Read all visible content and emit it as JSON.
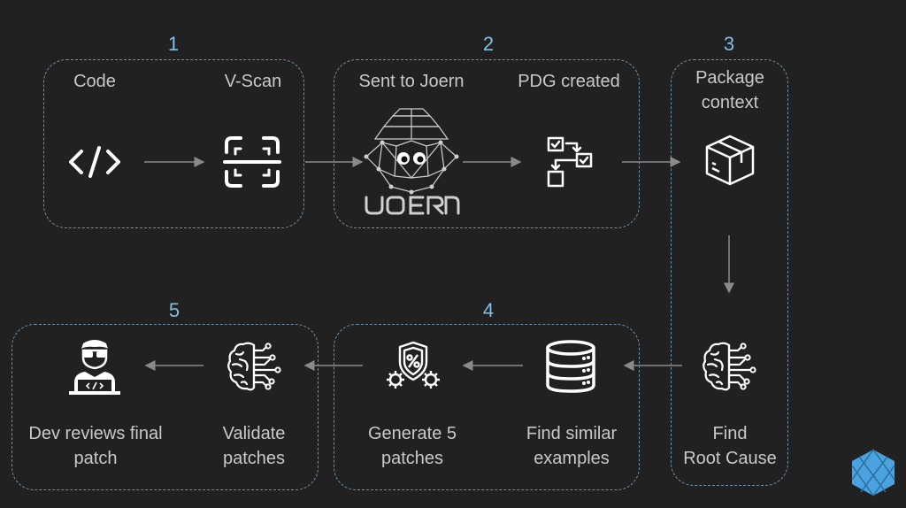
{
  "steps": {
    "s1": {
      "number": "1",
      "left_label": "Code",
      "right_label": "V-Scan"
    },
    "s2": {
      "number": "2",
      "left_label": "Sent to Joern",
      "right_label": "PDG created",
      "logo_text": "JOERN"
    },
    "s3": {
      "number": "3",
      "top_label": "Package\ncontext",
      "bottom_label": "Find\nRoot Cause"
    },
    "s4": {
      "number": "4",
      "left_label": "Generate 5\npatches",
      "right_label": "Find similar\nexamples"
    },
    "s5": {
      "number": "5",
      "left_label": "Dev reviews final\npatch",
      "right_label": "Validate\npatches"
    }
  },
  "icons": [
    "code-icon",
    "scan-icon",
    "joern-logo",
    "pdg-icon",
    "package-icon",
    "brain-icon",
    "database-icon",
    "shield-gears-icon",
    "brain-icon",
    "developer-icon",
    "brand-logo-icon"
  ],
  "colors": {
    "background": "#212121",
    "border": "#6f8fa8",
    "number": "#7fbfe8",
    "text": "#c9c9c9",
    "arrow": "#8a8a8a",
    "icon": "#ffffff",
    "brand": "#4aa3df"
  }
}
